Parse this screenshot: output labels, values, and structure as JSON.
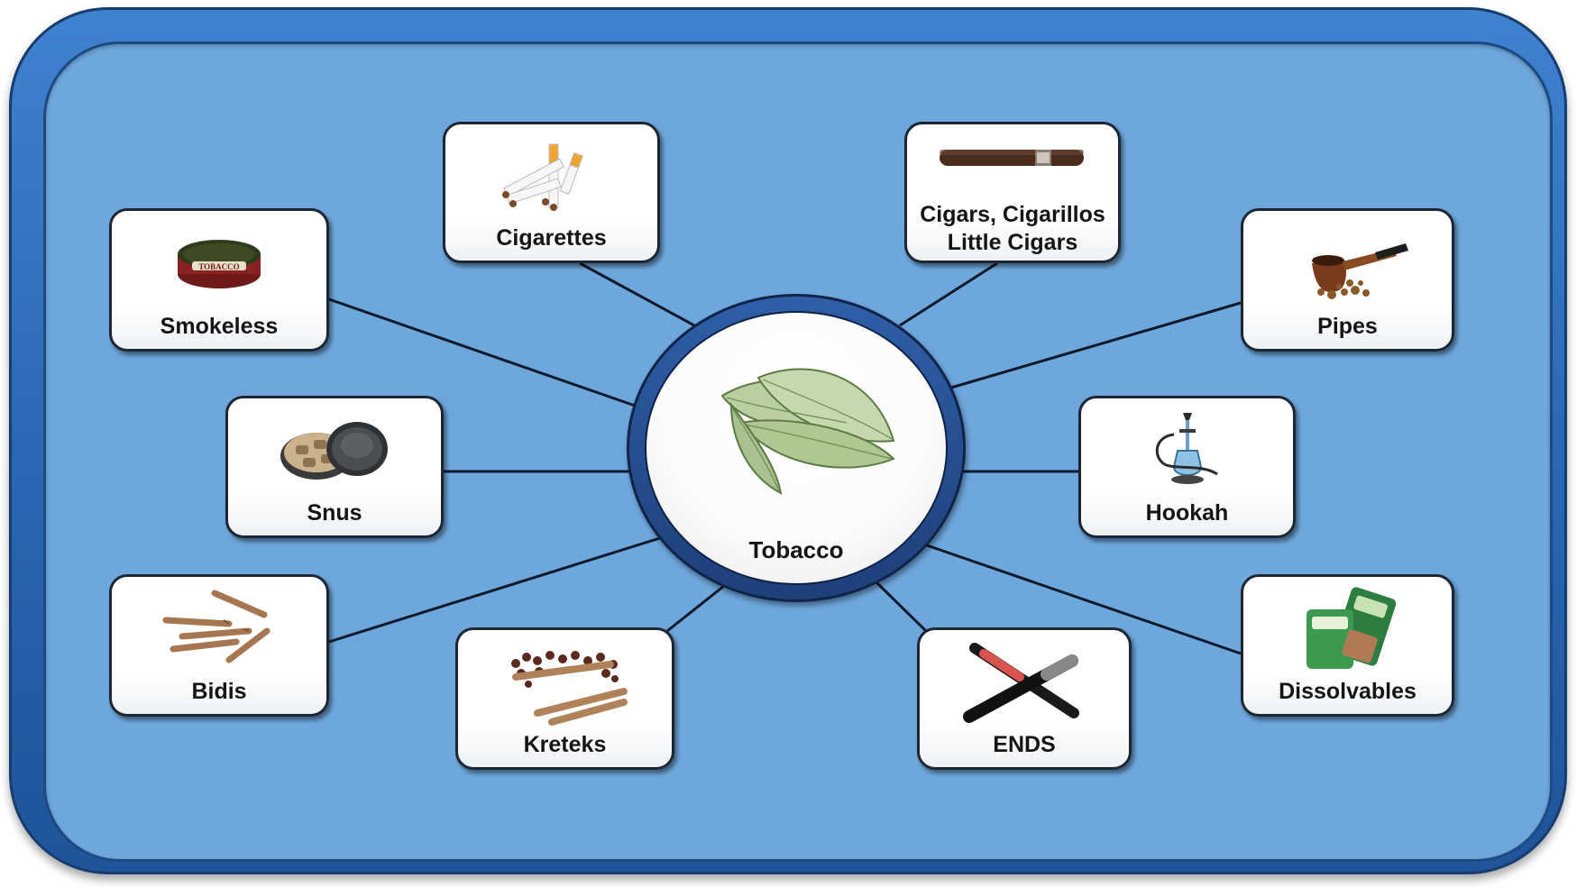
{
  "center": {
    "label": "Tobacco",
    "icon": "tobacco-leaves-icon"
  },
  "products": [
    {
      "label": "Smokeless",
      "icon": "smokeless-tin-icon"
    },
    {
      "label": "Cigarettes",
      "icon": "cigarettes-icon"
    },
    {
      "label": "Cigars, Cigarillos",
      "label2": "Little Cigars",
      "icon": "cigar-icon"
    },
    {
      "label": "Pipes",
      "icon": "pipe-icon"
    },
    {
      "label": "Snus",
      "icon": "snus-tin-icon"
    },
    {
      "label": "Hookah",
      "icon": "hookah-icon"
    },
    {
      "label": "Bidis",
      "icon": "bidis-icon"
    },
    {
      "label": "Kreteks",
      "icon": "kreteks-icon"
    },
    {
      "label": "ENDS",
      "icon": "e-cigarette-icon"
    },
    {
      "label": "Dissolvables",
      "icon": "dissolvables-icon"
    }
  ]
}
